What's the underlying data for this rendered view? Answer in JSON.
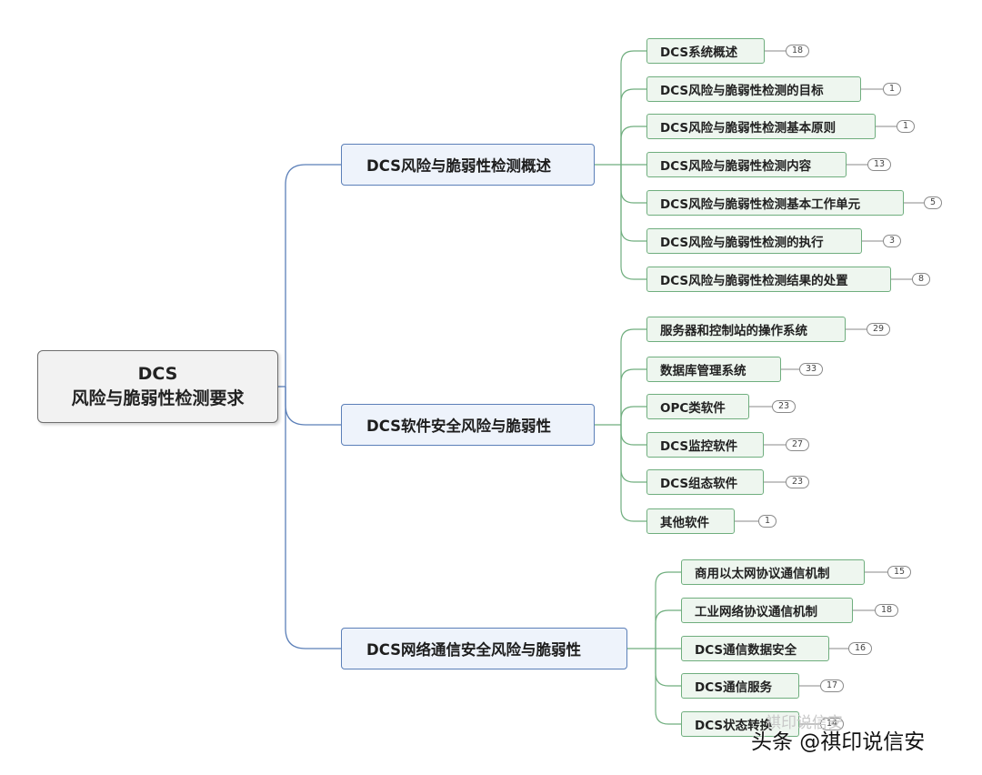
{
  "root": {
    "line1": "DCS",
    "line2": "风险与脆弱性检测要求"
  },
  "branches": [
    {
      "label": "DCS风险与脆弱性检测概述",
      "children": [
        {
          "label": "DCS系统概述",
          "count": "18"
        },
        {
          "label": "DCS风险与脆弱性检测的目标",
          "count": "1"
        },
        {
          "label": "DCS风险与脆弱性检测基本原则",
          "count": "1"
        },
        {
          "label": "DCS风险与脆弱性检测内容",
          "count": "13"
        },
        {
          "label": "DCS风险与脆弱性检测基本工作单元",
          "count": "5"
        },
        {
          "label": "DCS风险与脆弱性检测的执行",
          "count": "3"
        },
        {
          "label": "DCS风险与脆弱性检测结果的处置",
          "count": "8"
        }
      ]
    },
    {
      "label": "DCS软件安全风险与脆弱性",
      "children": [
        {
          "label": "服务器和控制站的操作系统",
          "count": "29"
        },
        {
          "label": "数据库管理系统",
          "count": "33"
        },
        {
          "label": "OPC类软件",
          "count": "23"
        },
        {
          "label": "DCS监控软件",
          "count": "27"
        },
        {
          "label": "DCS组态软件",
          "count": "23"
        },
        {
          "label": "其他软件",
          "count": "1"
        }
      ]
    },
    {
      "label": "DCS网络通信安全风险与脆弱性",
      "children": [
        {
          "label": "商用以太网协议通信机制",
          "count": "15"
        },
        {
          "label": "工业网络协议通信机制",
          "count": "18"
        },
        {
          "label": "DCS通信数据安全",
          "count": "16"
        },
        {
          "label": "DCS通信服务",
          "count": "17"
        },
        {
          "label": "DCS状态转换",
          "count": "14"
        }
      ]
    }
  ],
  "watermark": {
    "text": "头条 @祺印说信安",
    "ghost": "祺印说信安"
  },
  "colors": {
    "branch_line": "#5b7fb8",
    "leaf_line": "#6fae7e",
    "root_border": "#6e6e6e"
  }
}
